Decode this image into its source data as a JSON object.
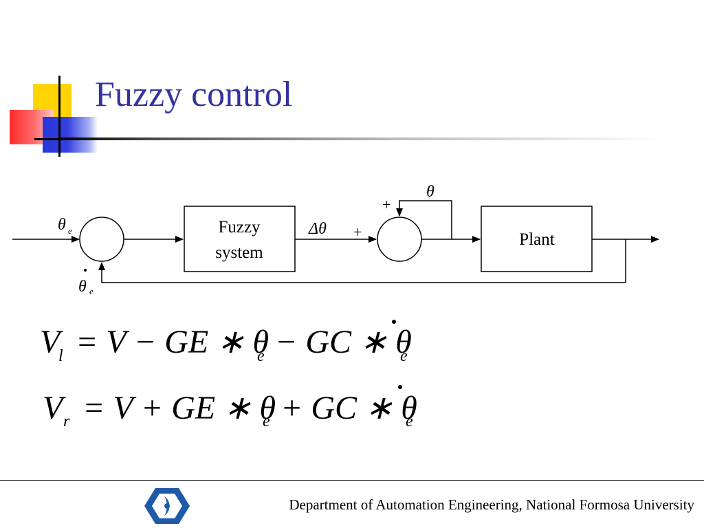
{
  "slide": {
    "title": "Fuzzy control",
    "footer": "Department of Automation Engineering, National Formosa University"
  },
  "diagram": {
    "fuzzy_block": {
      "line1": "Fuzzy",
      "line2": "system"
    },
    "plant_block": "Plant",
    "input_symbol": "θ",
    "input_subscript": "e",
    "feedback_symbol": "θ",
    "feedback_subscript": "e",
    "output_error_label": "Δθ",
    "top_label": "θ",
    "plus_top": "+",
    "plus_left": "+"
  },
  "equations": {
    "left": {
      "lhs": "V",
      "lhs_sub": "l",
      "rhs_part1": "= V − GE ∗ θ",
      "sub1": "e",
      "rhs_part2": "− GC ∗ θ",
      "sub2": "e"
    },
    "right": {
      "lhs": "V",
      "lhs_sub": "r",
      "rhs_part1": "= V + GE ∗ θ",
      "sub1": "e",
      "rhs_part2": "+ GC ∗ θ",
      "sub2": "e"
    }
  },
  "colors": {
    "title": "#3333a0",
    "accent_yellow": "#ffd400",
    "accent_red": "#ff2b2b",
    "accent_blue": "#2a36d8"
  }
}
